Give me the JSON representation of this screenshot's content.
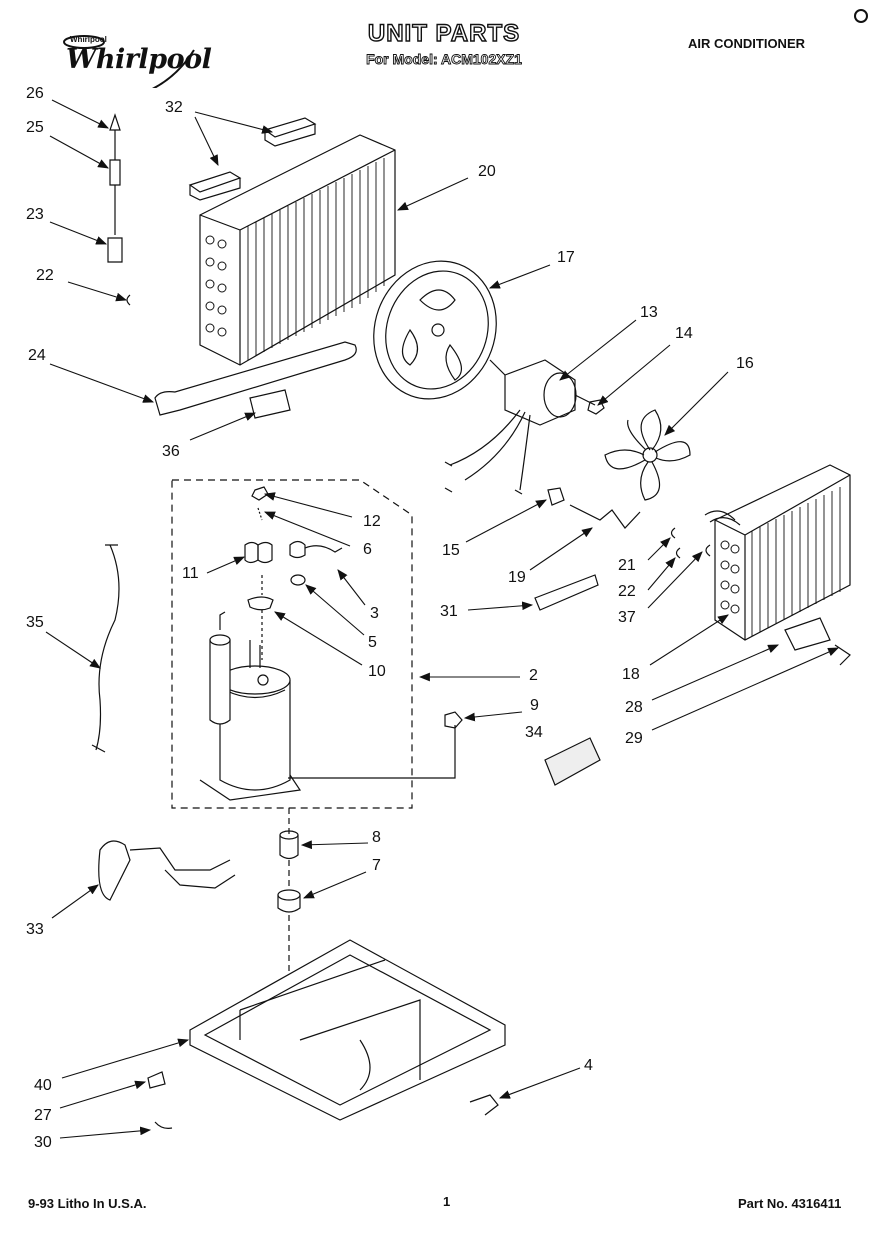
{
  "header": {
    "brand": "Whirlpool",
    "brand_small": "Whirlpool",
    "title": "UNIT PARTS",
    "subtitle": "For Model: ACM102XZ1",
    "category": "AIR CONDITIONER"
  },
  "footer": {
    "litho": "9-93 Litho In U.S.A.",
    "page": "1",
    "part_no": "Part No. 4316411"
  },
  "part_numbers": {
    "p26": "26",
    "p25": "25",
    "p23": "23",
    "p22a": "22",
    "p24": "24",
    "p36": "36",
    "p32": "32",
    "p20": "20",
    "p17": "17",
    "p13": "13",
    "p14": "14",
    "p16": "16",
    "p12": "12",
    "p6": "6",
    "p11": "11",
    "p3": "3",
    "p5": "5",
    "p10": "10",
    "p2": "2",
    "p9": "9",
    "p34": "34",
    "p35": "35",
    "p15": "15",
    "p19": "19",
    "p21": "21",
    "p22b": "22",
    "p37": "37",
    "p31": "31",
    "p18": "18",
    "p28": "28",
    "p29": "29",
    "p8": "8",
    "p7": "7",
    "p33": "33",
    "p40": "40",
    "p27": "27",
    "p30": "30",
    "p4": "4"
  }
}
